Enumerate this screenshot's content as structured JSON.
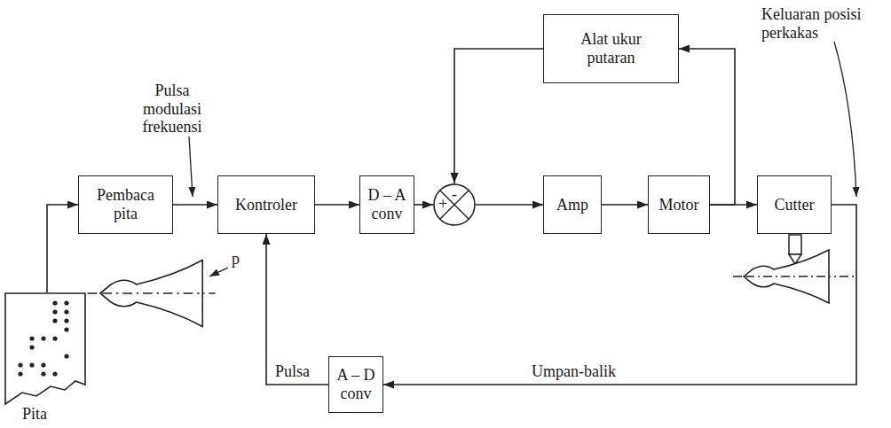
{
  "diagram": {
    "nodes": [
      {
        "text": [
          "Pita"
        ]
      },
      {
        "text": [
          "Pembaca pita"
        ]
      },
      {
        "text": [
          "Kontroler"
        ]
      },
      {
        "text": [
          "D – A conv"
        ]
      },
      {
        "text": [
          "+",
          "-"
        ]
      },
      {
        "text": [
          "Amp"
        ]
      },
      {
        "text": [
          "Motor"
        ]
      },
      {
        "text": [
          "Cutter"
        ]
      },
      {
        "text": [
          "Alat ukur putaran"
        ]
      },
      {
        "text": [
          "A – D conv"
        ]
      }
    ],
    "edges": [
      {
        "from": 0,
        "to": 1,
        "arrow": "to"
      },
      {
        "from": 1,
        "to": 2,
        "arrow": "to"
      },
      {
        "from": 2,
        "to": 3,
        "arrow": "to"
      },
      {
        "from": 3,
        "to": 4,
        "arrow": "to"
      },
      {
        "from": 4,
        "to": 5,
        "arrow": "to"
      },
      {
        "from": 5,
        "to": 6,
        "arrow": "to"
      },
      {
        "from": 6,
        "to": 7,
        "arrow": "to"
      },
      {
        "from": 6,
        "to": 8,
        "arrow": "to"
      },
      {
        "from": 8,
        "to": 4,
        "arrow": "to"
      },
      {
        "from": 7,
        "to": 9,
        "label": "Umpan-balik",
        "arrow": "to"
      },
      {
        "from": 9,
        "to": 2,
        "label": "Pulsa",
        "arrow": "to"
      }
    ],
    "labels": [
      "Pulsa modulasi frekuensi",
      "Keluaran posisi perkakas",
      "p"
    ]
  }
}
